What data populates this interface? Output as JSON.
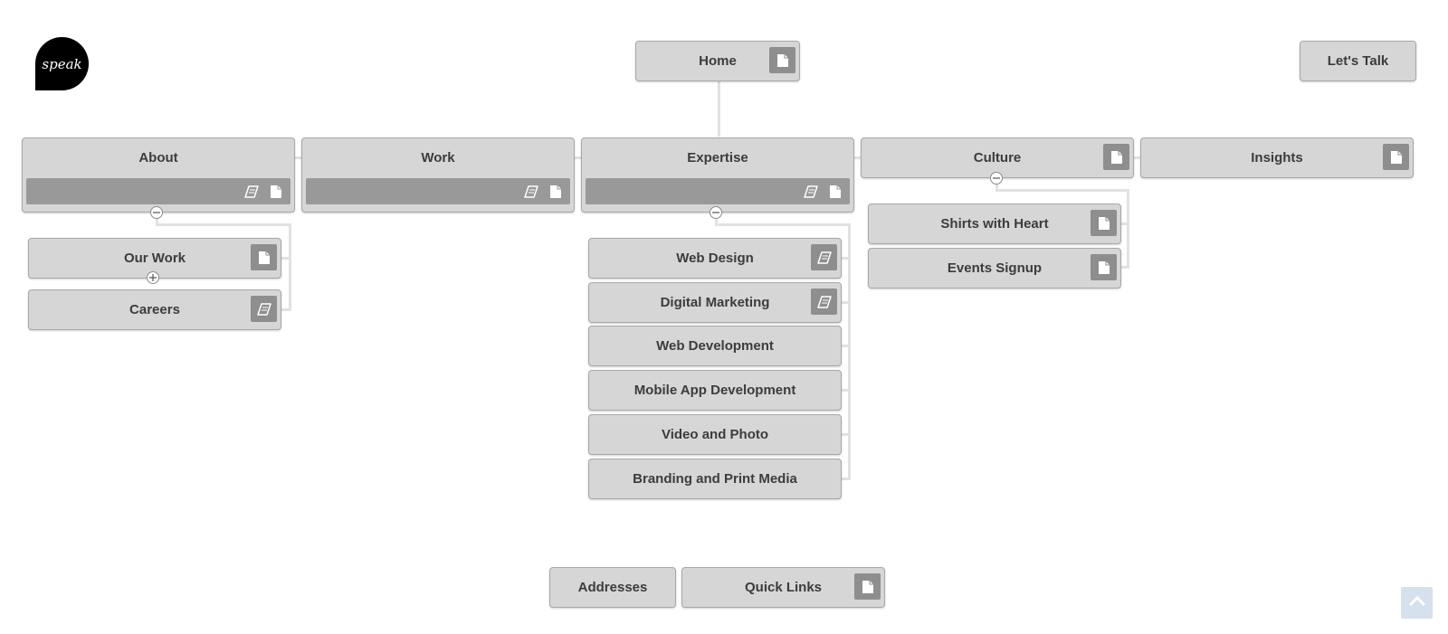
{
  "brand": {
    "logo_text": "speak"
  },
  "header": {
    "home": "Home",
    "cta": "Let's Talk"
  },
  "sections": {
    "about": "About",
    "work": "Work",
    "expertise": "Expertise",
    "culture": "Culture",
    "insights": "Insights"
  },
  "about_children": [
    "Our Work",
    "Careers"
  ],
  "expertise_children": [
    "Web Design",
    "Digital Marketing",
    "Web Development",
    "Mobile App Development",
    "Video and Photo",
    "Branding and Print Media"
  ],
  "culture_children": [
    "Shirts with Heart",
    "Events Signup"
  ],
  "footer": [
    "Addresses",
    "Quick Links"
  ],
  "icons": {
    "page": "page-icon",
    "book": "book-icon",
    "collapse": "collapse-icon",
    "expand": "expand-icon",
    "scroll_top": "chevron-up-icon"
  },
  "colors": {
    "node_fill": "#d6d6d6",
    "node_border": "#a8a8a8",
    "icon_fill": "#8e8e8e",
    "bar_fill": "#999999",
    "connector": "#e2e2e2",
    "text": "#3c3c3c",
    "logo_bg": "#000000",
    "scroll_top_bg": "#d5e1ec"
  }
}
